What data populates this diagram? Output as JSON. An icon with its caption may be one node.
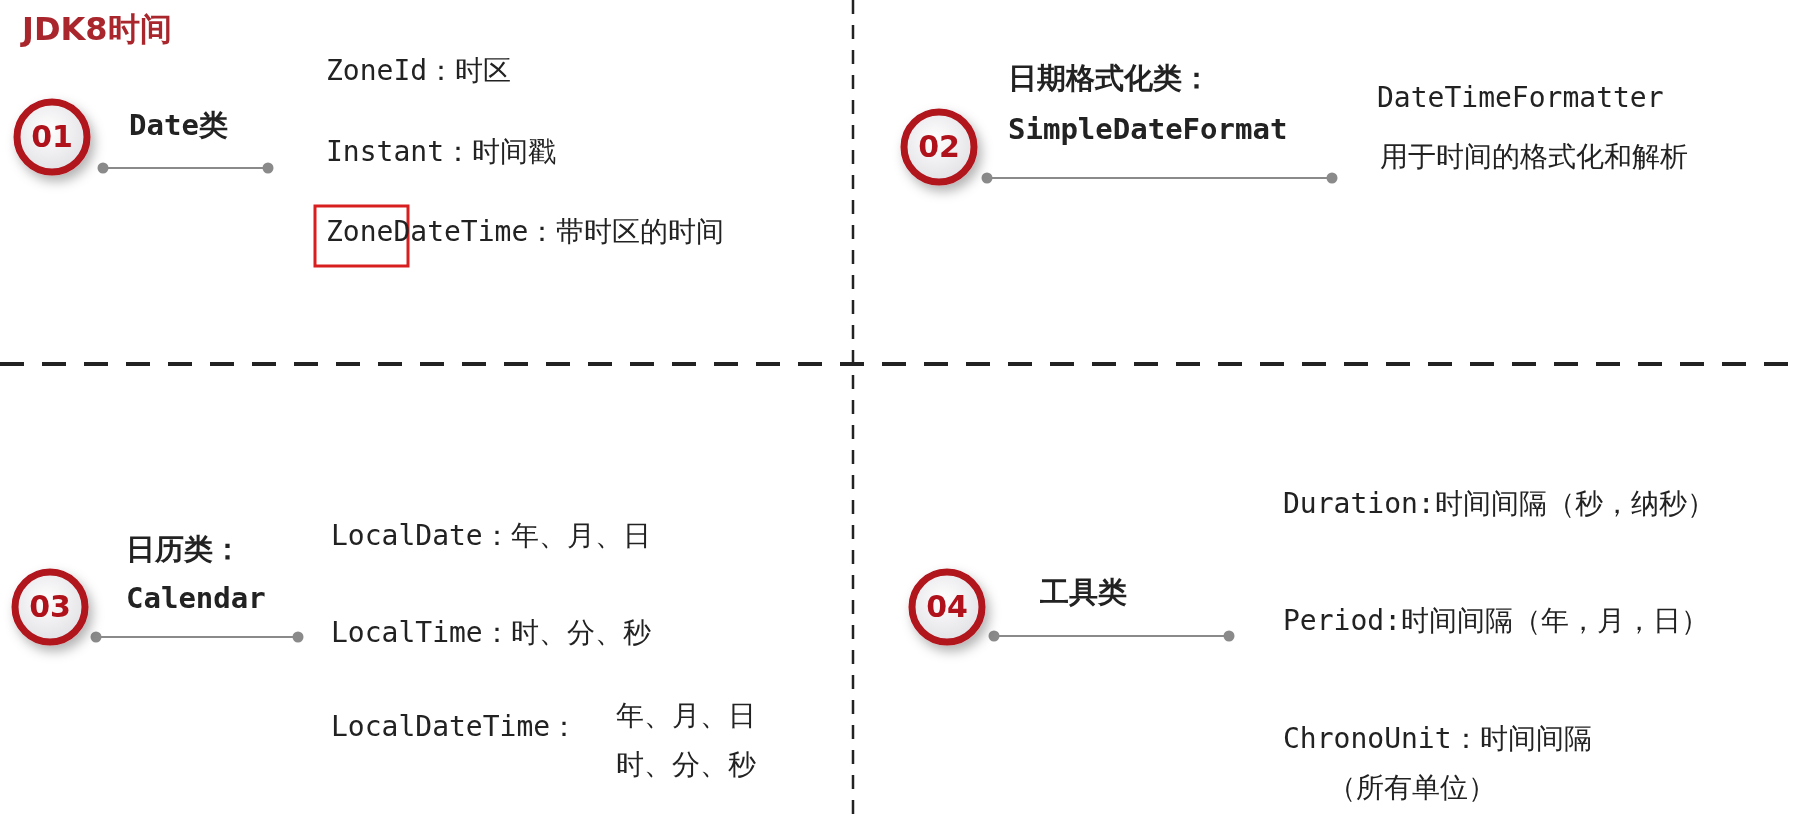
{
  "diagram": {
    "title": "JDK8时间",
    "nodes": [
      {
        "text": [
          "01"
        ],
        "beside": [
          "Date类"
        ]
      },
      {
        "text": [
          "02"
        ],
        "beside": [
          "日期格式化类：",
          "SimpleDateFormat"
        ]
      },
      {
        "text": [
          "03"
        ],
        "beside": [
          "日历类：",
          "Calendar"
        ]
      },
      {
        "text": [
          "04"
        ],
        "beside": [
          "工具类"
        ]
      }
    ],
    "labels": [
      "ZoneId：时区",
      "Instant：时间戳",
      "ZoneDateTime：带时区的时间",
      "DateTimeFormatter",
      "用于时间的格式化和解析",
      "LocalDate：年、月、日",
      "LocalTime：时、分、秒",
      "LocalDateTime：",
      "年、月、日",
      "时、分、秒",
      "Duration:时间间隔（秒，纳秒）",
      "Period:时间间隔（年，月，日）",
      "ChronoUnit：时间间隔",
      "（所有单位）"
    ]
  }
}
